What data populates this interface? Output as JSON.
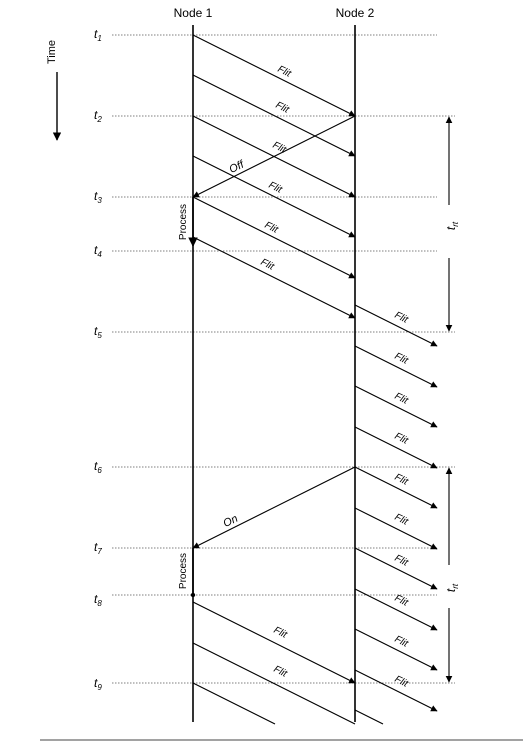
{
  "nodes": {
    "node1": "Node 1",
    "node2": "Node 2"
  },
  "time_axis_label": "Time",
  "time_letter": "t",
  "times": [
    "1",
    "2",
    "3",
    "4",
    "5",
    "6",
    "7",
    "8",
    "9"
  ],
  "flit_label": "Flit",
  "off_label": "Off",
  "on_label": "On",
  "process_label": "Process",
  "rt_letter": "t",
  "rt_sub": "rt"
}
